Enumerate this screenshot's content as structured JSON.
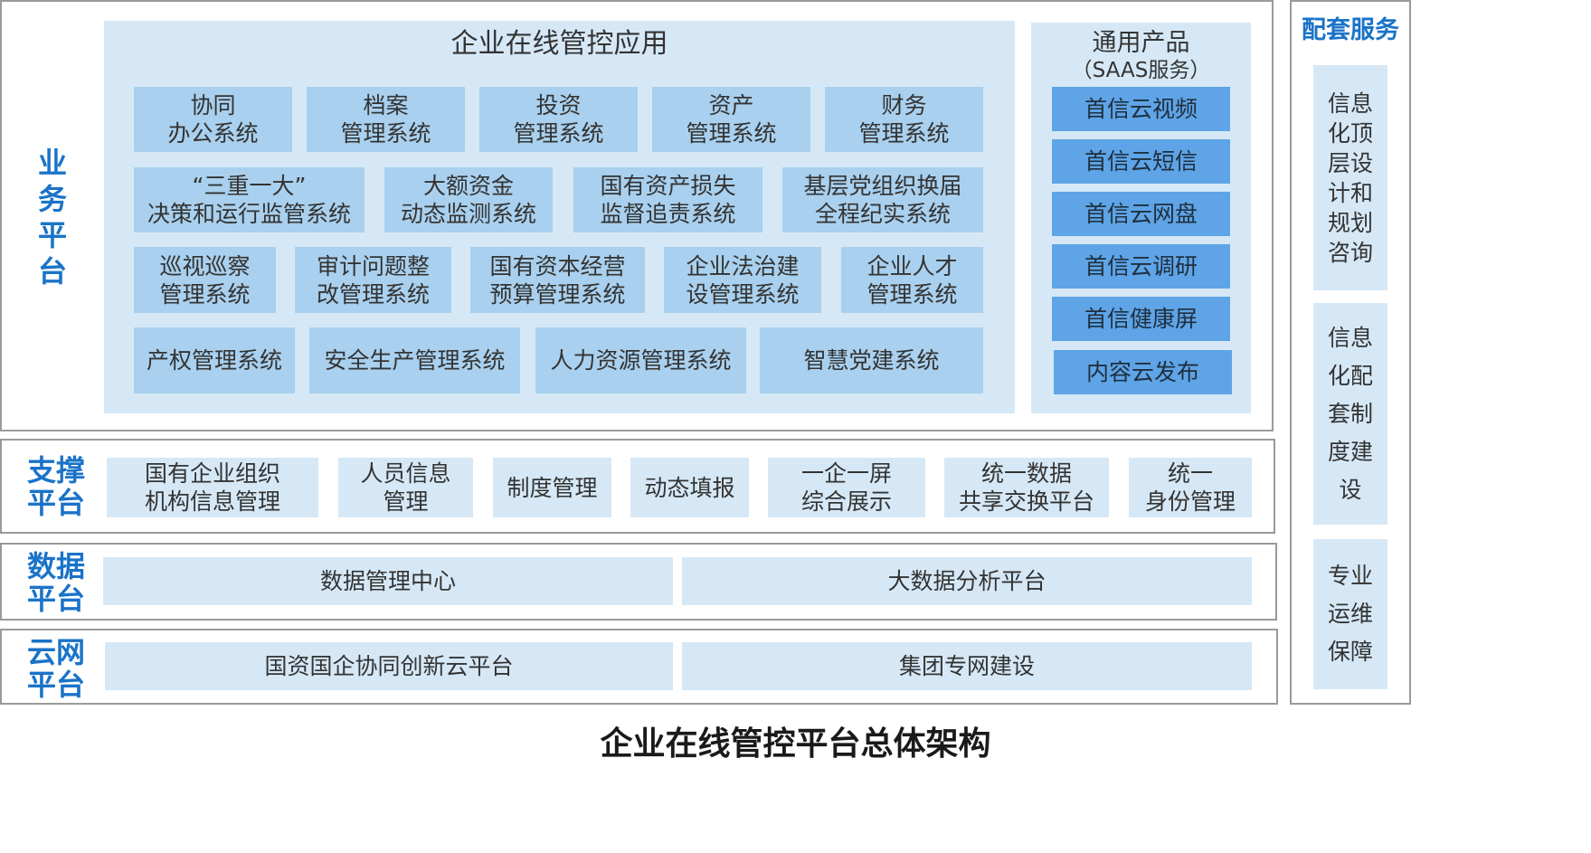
{
  "business": {
    "label": "业\n务\n平\n台",
    "app_title": "企业在线管控应用",
    "rows": [
      [
        "协同\n办公系统",
        "档案\n管理系统",
        "投资\n管理系统",
        "资产\n管理系统",
        "财务\n管理系统"
      ],
      [
        "“三重一大”\n决策和运行监管系统",
        "大额资金\n动态监测系统",
        "国有资产损失\n监督追责系统",
        "基层党组织换届\n全程纪实系统"
      ],
      [
        "巡视巡察\n管理系统",
        "审计问题整\n改管理系统",
        "国有资本经营\n预算管理系统",
        "企业法治建\n设管理系统",
        "企业人才\n管理系统"
      ],
      [
        "产权管理系统",
        "安全生产管理系统",
        "人力资源管理系统",
        "智慧党建系统"
      ]
    ],
    "general_title": "通用产品",
    "general_subtitle": "（SAAS服务）",
    "general_items": [
      "首信云视频",
      "首信云短信",
      "首信云网盘",
      "首信云调研",
      "首信健康屏",
      "内容云发布"
    ]
  },
  "support": {
    "label": "支撑\n平台",
    "items": [
      "国有企业组织\n机构信息管理",
      "人员信息\n管理",
      "制度管理",
      "动态填报",
      "一企一屏\n综合展示",
      "统一数据\n共享交换平台",
      "统一\n身份管理"
    ]
  },
  "data_platform": {
    "label": "数据\n平台",
    "items": [
      "数据管理中心",
      "大数据分析平台"
    ]
  },
  "cloud": {
    "label": "云网\n平台",
    "items": [
      "国资国企协同创新云平台",
      "集团专网建设"
    ]
  },
  "services": {
    "title": "配套服务",
    "items": [
      "信息\n化顶\n层设\n计和\n规划\n咨询",
      "信息\n化配\n套制\n度建\n设",
      "专业\n运维\n保障"
    ]
  },
  "caption": "企业在线管控平台总体架构"
}
